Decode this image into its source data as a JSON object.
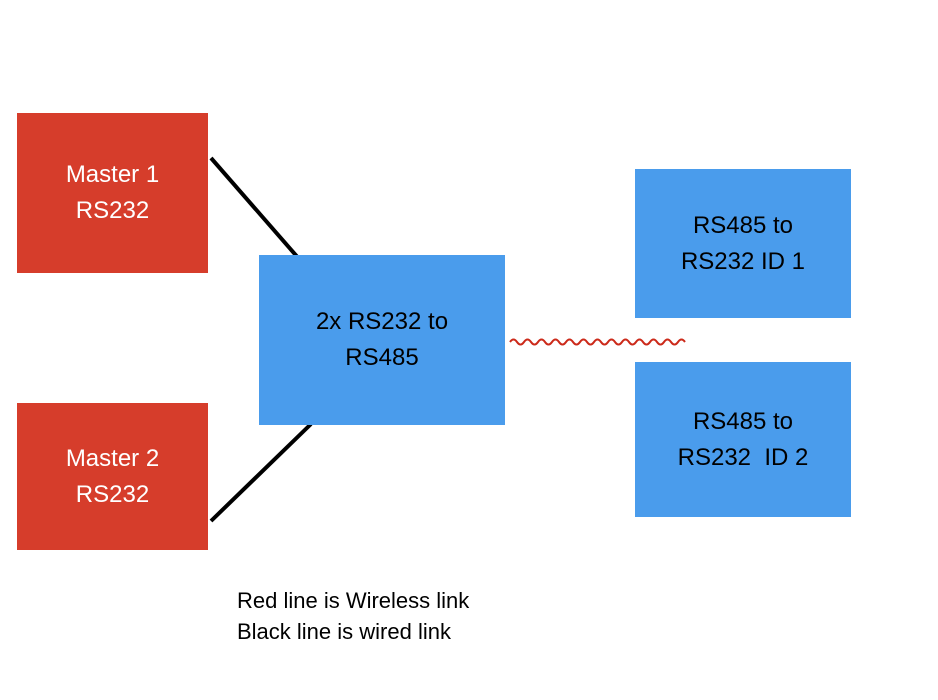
{
  "colors": {
    "red_box": "#d63d2b",
    "blue_box": "#4a9cec",
    "wired_line": "#000000",
    "wireless_line": "#cc2a1a",
    "red_box_text": "#ffffff",
    "blue_box_text": "#000000"
  },
  "nodes": {
    "master1": {
      "line1": "Master 1",
      "line2": "RS232"
    },
    "master2": {
      "line1": "Master 2",
      "line2": "RS232"
    },
    "converter": {
      "line1": "2x RS232 to",
      "line2": "RS485"
    },
    "slave1": {
      "line1": "RS485 to",
      "line2": "RS232 ID 1"
    },
    "slave2": {
      "line1": "RS485 to",
      "line2": "RS232  ID 2"
    }
  },
  "legend": {
    "line1": "Red line is Wireless link",
    "line2": "Black line is wired link"
  }
}
